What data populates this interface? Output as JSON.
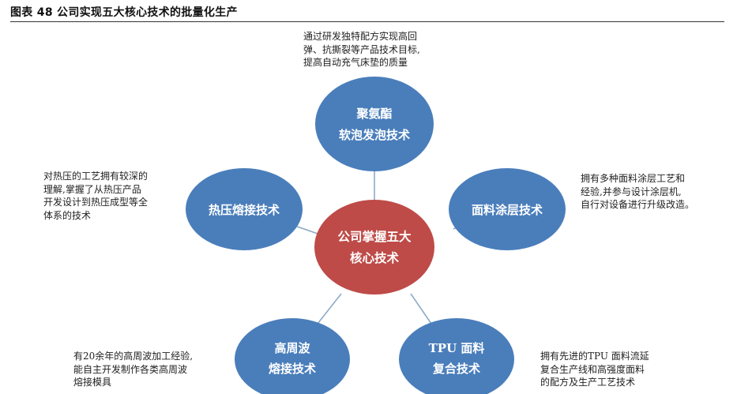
{
  "figure": {
    "title": "图表 48 公司实现五大核心技术的批量化生产"
  },
  "colors": {
    "node_blue": "#4A7EBB",
    "node_red": "#BE4B48",
    "connector": "#8EA9C8"
  },
  "center": {
    "lines": [
      "公司掌握五大",
      "核心技术"
    ]
  },
  "nodes": [
    {
      "id": "top",
      "lines": [
        "聚氨酯",
        "软泡发泡技术"
      ]
    },
    {
      "id": "left",
      "lines": [
        "热压熔接技术"
      ]
    },
    {
      "id": "right",
      "lines": [
        "面料涂层技术"
      ]
    },
    {
      "id": "bottom-left",
      "lines": [
        "高周波",
        "熔接技术"
      ]
    },
    {
      "id": "bottom-right",
      "lines": [
        "TPU 面料",
        "复合技术"
      ]
    }
  ],
  "descriptions": {
    "top": [
      "通过研发独特配方实现高回",
      "弹、抗撕裂等产品技术目标,",
      "提高自动充气床垫的质量"
    ],
    "left": [
      "对热压的工艺拥有较深的",
      "理解,掌握了从热压产品",
      "开发设计到热压成型等全",
      "体系的技术"
    ],
    "right": [
      "拥有多种面料涂层工艺和",
      "经验,并参与设计涂层机,",
      "自行对设备进行升级改造。"
    ],
    "bottom_left": [
      "有20余年的高周波加工经验,",
      "能自主开发制作各类高周波",
      "熔接模具"
    ],
    "bottom_right": [
      "拥有先进的TPU 面料流延",
      "复合生产线和高强度面料",
      "的配方及生产工艺技术"
    ]
  }
}
